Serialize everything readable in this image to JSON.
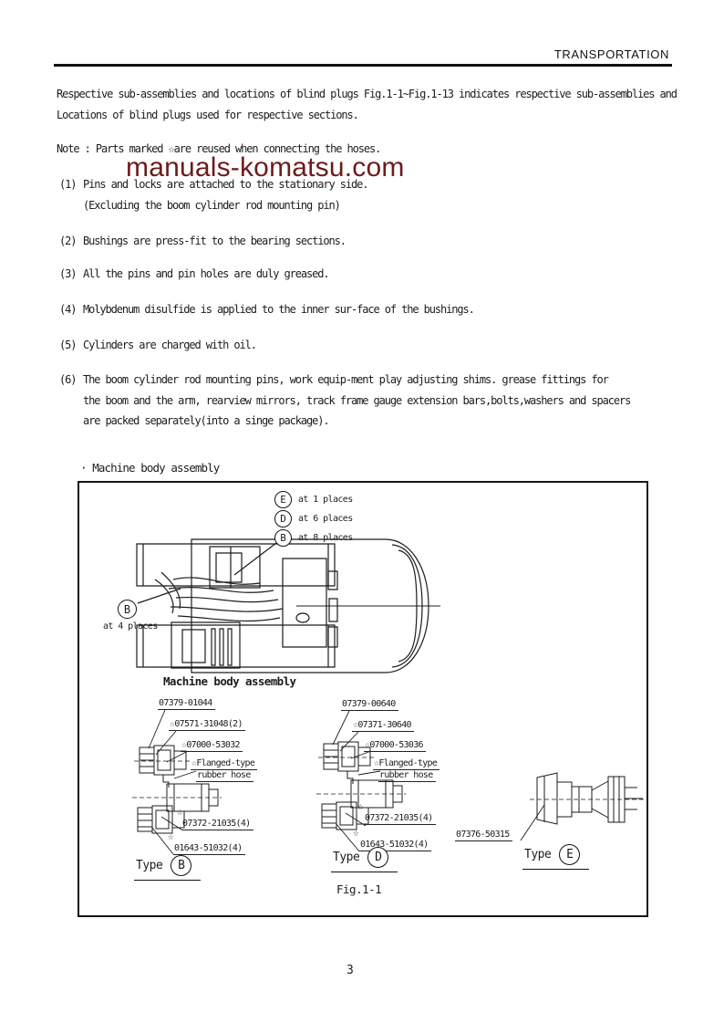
{
  "page": {
    "header": "TRANSPORTATION",
    "page_number": "3"
  },
  "watermark": {
    "text": "manuals-komatsu.com",
    "color": "#6e1b1b"
  },
  "intro": {
    "line1": "Respective sub-assemblies and locations of blind plugs Fig.1-1~Fig.1-13 indicates respective sub-assemblies and",
    "line2": "Locations of blind plugs used for respective sections."
  },
  "note": {
    "label": "Note :",
    "text": "Parts marked ☆are reused when connecting the hoses."
  },
  "list": [
    {
      "num": "(1)",
      "line1": "Pins and locks are attached to the stationary side.",
      "line2": "(Excluding the boom cylinder rod mounting pin)"
    },
    {
      "num": "(2)",
      "line1": "Bushings are press-fit to the bearing sections."
    },
    {
      "num": "(3)",
      "line1": "All the pins and pin holes are duly greased."
    },
    {
      "num": "(4)",
      "line1": "Molybdenum disulfide is applied to the inner sur-face of the bushings."
    },
    {
      "num": "(5)",
      "line1": "Cylinders are charged with oil."
    },
    {
      "num": "(6)",
      "line1": "The boom cylinder rod mounting pins, work equip-ment play adjusting shims. grease fittings for",
      "line2": "the boom and the arm, rearview mirrors, track frame gauge extension bars,bolts,washers and spacers",
      "line3": "are packed separately(into a singe package)."
    }
  ],
  "figure": {
    "section_title": "· Machine body assembly",
    "legend": [
      {
        "letter": "E",
        "text": "at 1 places"
      },
      {
        "letter": "D",
        "text": "at 6 places"
      },
      {
        "letter": "B",
        "text": "at 8 places"
      }
    ],
    "callout": {
      "letter": "B",
      "text": "at 4 places"
    },
    "machine_caption": "Machine body assembly",
    "type_b": {
      "part1": "07379-01044",
      "part2": "☆07571-31048(2)",
      "part3": "☆07000-53032",
      "part4a": "☆Flanged-type",
      "part4b": "rubber hose",
      "star": "☆",
      "part5": "07372-21035(4)",
      "part6": "01643-51032(4)",
      "label": "Type",
      "letter": "B"
    },
    "type_d": {
      "part1": "07379-00640",
      "part2": "☆07371-30640",
      "part3": "☆07000-53036",
      "part4a": "☆Flanged-type",
      "part4b": "rubber hose",
      "star": "☆",
      "part5": "07372-21035(4)",
      "part6": "01643-51032(4)",
      "label": "Type",
      "letter": "D"
    },
    "type_e": {
      "part1": "07376-50315",
      "label": "Type",
      "letter": "E"
    },
    "caption": "Fig.1-1"
  }
}
